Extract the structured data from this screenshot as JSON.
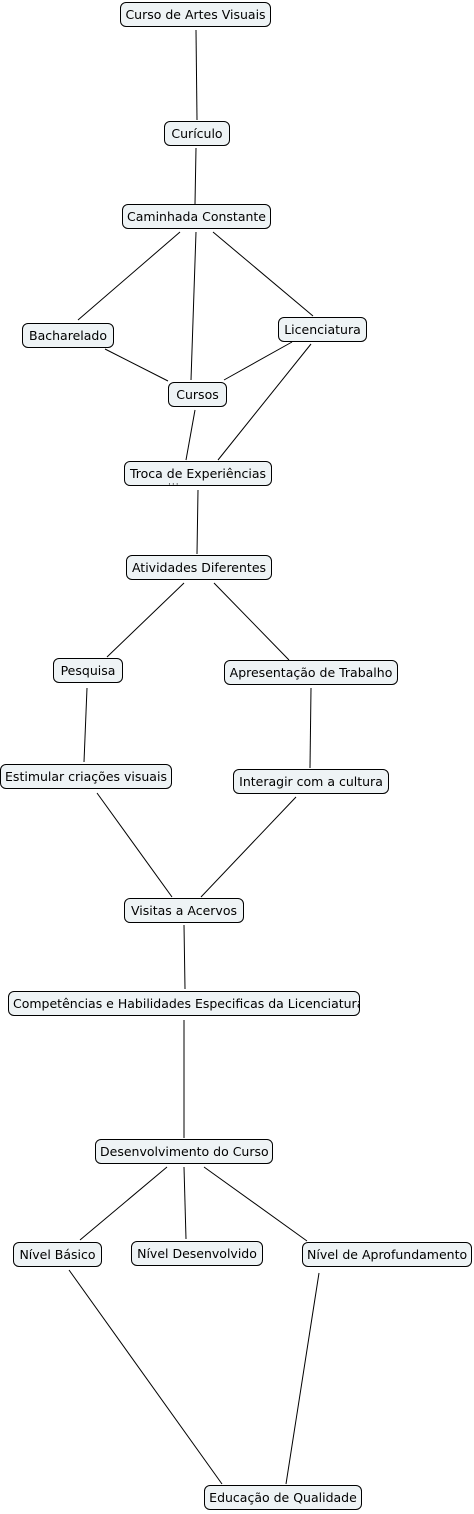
{
  "nodes": {
    "curso": "Curso de Artes Visuais",
    "curriculo": "Curículo",
    "caminhada": "Caminhada Constante",
    "bacharelado": "Bacharelado",
    "licenciatura": "Licenciatura",
    "cursos": "Cursos",
    "troca": "Troca de Experiências",
    "atividades": "Atividades Diferentes",
    "pesquisa": "Pesquisa",
    "apresentacao": "Apresentação de Trabalho",
    "estimular": "Estimular criações visuais",
    "interagir": "Interagir com a cultura",
    "visitas": "Visitas a Acervos",
    "competencias": "Competências e Habilidades Especificas da Licenciatura",
    "desenvolvimento": "Desenvolvimento do Curso",
    "basico": "Nível Básico",
    "desenvolvido": "Nível Desenvolvido",
    "aprofundamento": "Nível de Aprofundamento",
    "educacao": "Educação de Qualidade"
  },
  "colors": {
    "node_fill": "#eef3f5",
    "node_border": "#000000",
    "line": "#000000"
  }
}
